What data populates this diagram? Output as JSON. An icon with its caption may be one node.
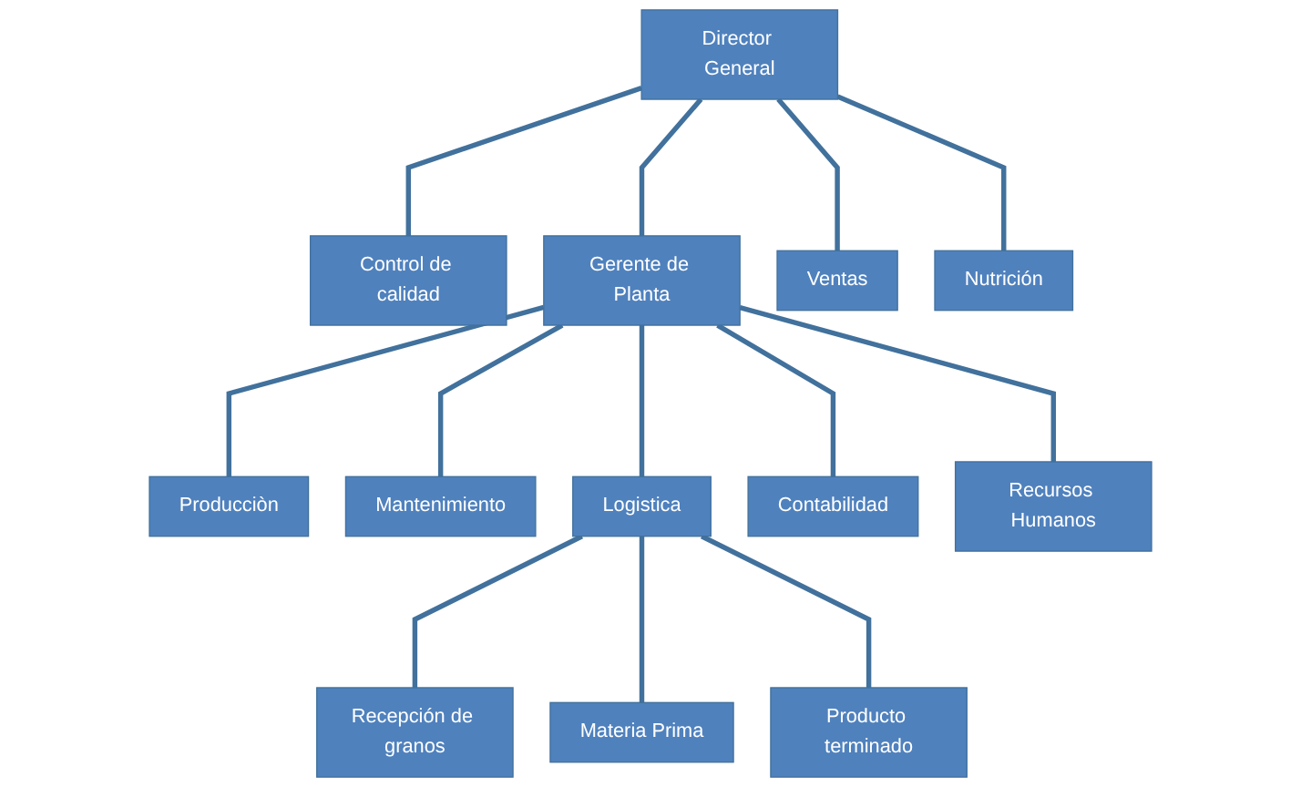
{
  "diagram": {
    "nodes": [
      {
        "text": [
          "Director General"
        ]
      },
      {
        "text": [
          "Control de calidad"
        ]
      },
      {
        "text": [
          "Gerente de Planta"
        ]
      },
      {
        "text": [
          "Ventas"
        ]
      },
      {
        "text": [
          "Nutrición"
        ]
      },
      {
        "text": [
          "Producciòn"
        ]
      },
      {
        "text": [
          "Mantenimiento"
        ]
      },
      {
        "text": [
          "Logistica"
        ]
      },
      {
        "text": [
          "Contabilidad"
        ]
      },
      {
        "text": [
          "Recursos Humanos"
        ]
      },
      {
        "text": [
          "Recepción de granos"
        ]
      },
      {
        "text": [
          "Materia Prima"
        ]
      },
      {
        "text": [
          "Producto terminado"
        ]
      }
    ],
    "edges": [
      {
        "from": 0,
        "to": 1,
        "arrow": "none"
      },
      {
        "from": 0,
        "to": 2,
        "arrow": "none"
      },
      {
        "from": 0,
        "to": 3,
        "arrow": "none"
      },
      {
        "from": 0,
        "to": 4,
        "arrow": "none"
      },
      {
        "from": 2,
        "to": 5,
        "arrow": "none"
      },
      {
        "from": 2,
        "to": 6,
        "arrow": "none"
      },
      {
        "from": 2,
        "to": 7,
        "arrow": "none"
      },
      {
        "from": 2,
        "to": 8,
        "arrow": "none"
      },
      {
        "from": 2,
        "to": 9,
        "arrow": "none"
      },
      {
        "from": 7,
        "to": 10,
        "arrow": "none"
      },
      {
        "from": 7,
        "to": 11,
        "arrow": "none"
      },
      {
        "from": 7,
        "to": 12,
        "arrow": "none"
      }
    ]
  }
}
